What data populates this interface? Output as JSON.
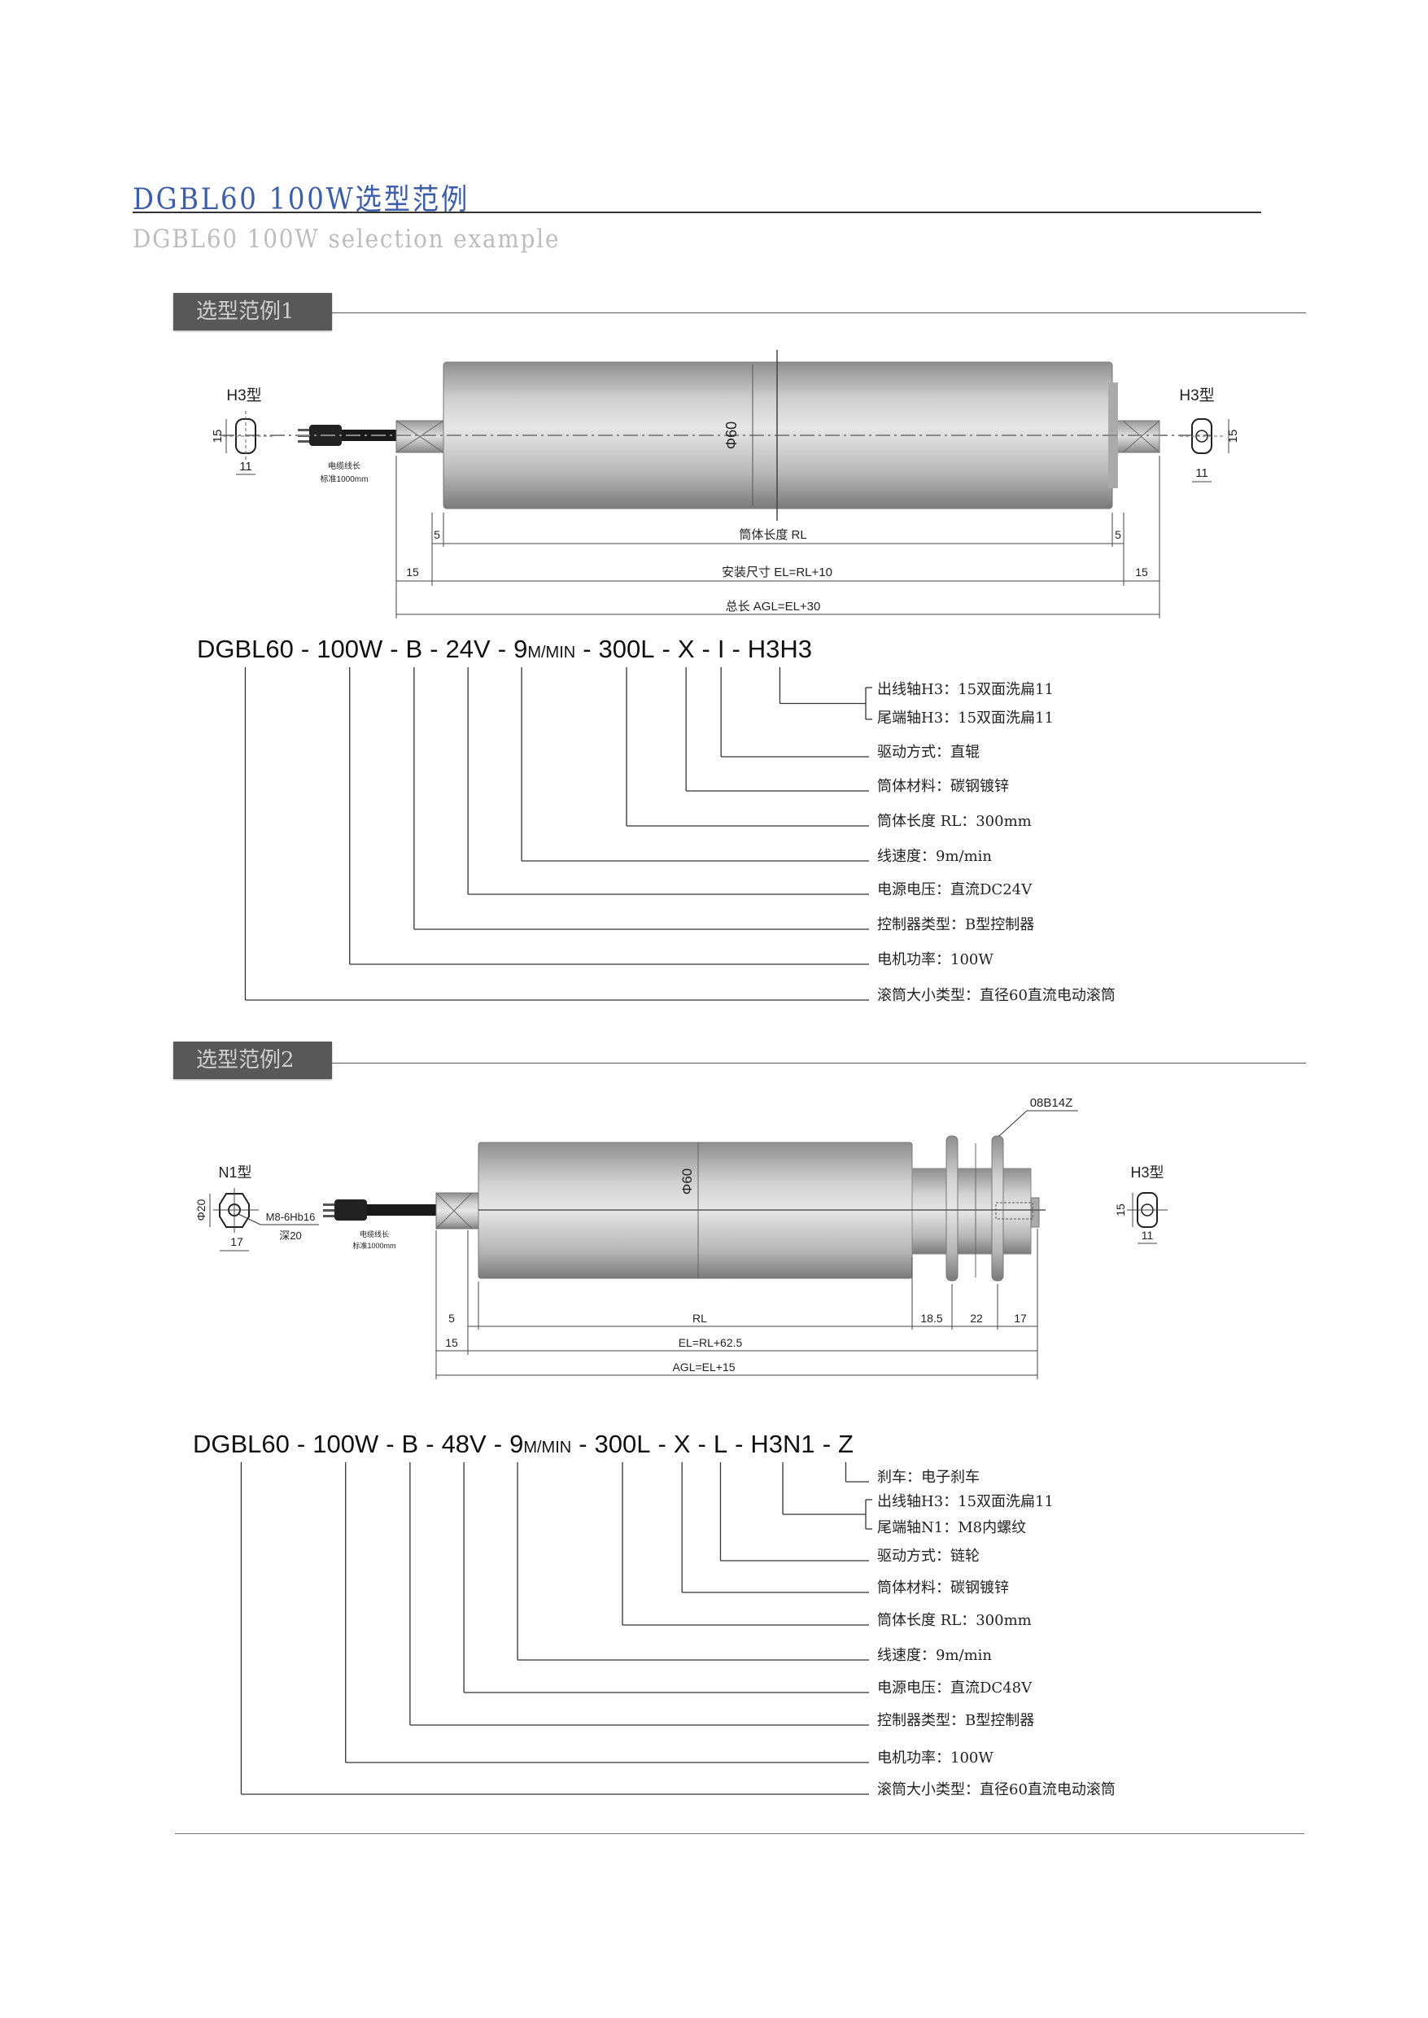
{
  "header": {
    "title": "DGBL60 100W选型范例",
    "subtitle": "DGBL60 100W selection example"
  },
  "example1": {
    "section_title": "选型范例1",
    "drawing": {
      "left_end_label": "H3型",
      "right_end_label": "H3型",
      "left_dim_h": "15",
      "left_dim_w": "11",
      "right_dim_h": "15",
      "right_dim_w": "11",
      "cable_label_1": "电缆线长",
      "cable_label_2": "标准1000mm",
      "diameter": "Φ60",
      "dim_5_left": "5",
      "dim_5_right": "5",
      "dim_rl": "筒体长度 RL",
      "dim_15_left": "15",
      "dim_15_right": "15",
      "dim_el": "安装尺寸 EL=RL+10",
      "dim_agl": "总长 AGL=EL+30"
    },
    "code_tokens": [
      "DGBL60",
      "-",
      "100W",
      "-",
      "B",
      "-",
      "24V",
      "-",
      "9",
      "M/MIN",
      "-",
      "300L",
      "-",
      "X",
      "-",
      "I",
      "-",
      "H3H3"
    ],
    "labels": [
      {
        "text": "出线轴H3：15双面洗扁11",
        "link": 17
      },
      {
        "text": "尾端轴H3：15双面洗扁11",
        "link": 17
      },
      {
        "text": "驱动方式：直辊",
        "link": 15
      },
      {
        "text": "筒体材料：碳钢镀锌",
        "link": 13
      },
      {
        "text": "筒体长度 RL：300mm",
        "link": 11
      },
      {
        "text": "线速度：9m/min",
        "link": 8
      },
      {
        "text": "电源电压：直流DC24V",
        "link": 6
      },
      {
        "text": "控制器类型：B型控制器",
        "link": 4
      },
      {
        "text": "电机功率：100W",
        "link": 2
      },
      {
        "text": "滚筒大小类型：直径60直流电动滚筒",
        "link": 0
      }
    ]
  },
  "example2": {
    "section_title": "选型范例2",
    "drawing": {
      "left_end_label": "N1型",
      "right_end_label": "H3型",
      "left_dim_h": "Φ20",
      "left_dim_w": "17",
      "thread_label_1": "M8-6Hb16",
      "thread_label_2": "深20",
      "right_dim_h": "15",
      "right_dim_w": "11",
      "cable_label_1": "电缆线长",
      "cable_label_2": "标准1000mm",
      "diameter": "Φ60",
      "sprocket_label": "08B14Z",
      "dim_5": "5",
      "dim_rl": "RL",
      "dim_18_5": "18.5",
      "dim_22": "22",
      "dim_17": "17",
      "dim_15": "15",
      "dim_el": "EL=RL+62.5",
      "dim_agl": "AGL=EL+15"
    },
    "code_tokens": [
      "DGBL60",
      "-",
      "100W",
      "-",
      "B",
      "-",
      "48V",
      "-",
      "9",
      "M/MIN",
      "-",
      "300L",
      "-",
      "X",
      "-",
      "L",
      "-",
      "H3N1",
      "-",
      "Z"
    ],
    "labels": [
      {
        "text": "刹车：电子刹车",
        "link": 19
      },
      {
        "text": "出线轴H3：15双面洗扁11",
        "link": 17
      },
      {
        "text": "尾端轴N1：M8内螺纹",
        "link": 17
      },
      {
        "text": "驱动方式：链轮",
        "link": 15
      },
      {
        "text": "筒体材料：碳钢镀锌",
        "link": 13
      },
      {
        "text": "筒体长度 RL：300mm",
        "link": 11
      },
      {
        "text": "线速度：9m/min",
        "link": 8
      },
      {
        "text": "电源电压：直流DC48V",
        "link": 6
      },
      {
        "text": "控制器类型：B型控制器",
        "link": 4
      },
      {
        "text": "电机功率：100W",
        "link": 2
      },
      {
        "text": "滚筒大小类型：直径60直流电动滚筒",
        "link": 0
      }
    ]
  }
}
